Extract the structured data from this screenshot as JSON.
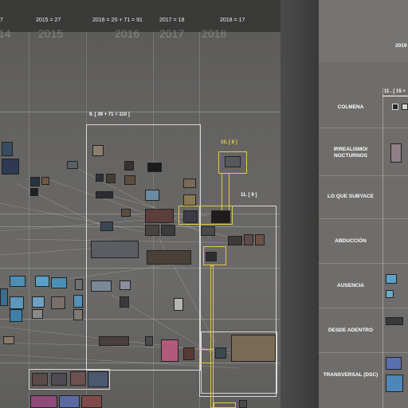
{
  "wall": {
    "years": [
      {
        "label": "7",
        "ghost": "14"
      },
      {
        "label": "2015 = 27",
        "ghost": "2015"
      },
      {
        "label": "2016 = 20 + 71 = 91",
        "ghost": "2016"
      },
      {
        "label": "2017 = 18",
        "ghost": "2017"
      },
      {
        "label": "2018 = 17",
        "ghost": "2018"
      }
    ],
    "panels": {
      "p9": "9. [ 39 + 71 = 110 ]",
      "p10": "10. [ 8 ]",
      "p11": "11. [ 9 ]"
    },
    "colors": {
      "white_frame": "#d8d8d8",
      "yellow_frame": "#e2c94a"
    }
  },
  "diagram": {
    "year": "2019",
    "group_label": "11 . [ 15 +",
    "categories": [
      "COLMENA",
      "IRREALISMO/ NOCTURNOS",
      "LO QUE SUBYACE",
      "ABDUCCIÓN",
      "AUSENCIA",
      "DESDE ADENTRO",
      "TRANSVERSAL (DSC)"
    ]
  }
}
